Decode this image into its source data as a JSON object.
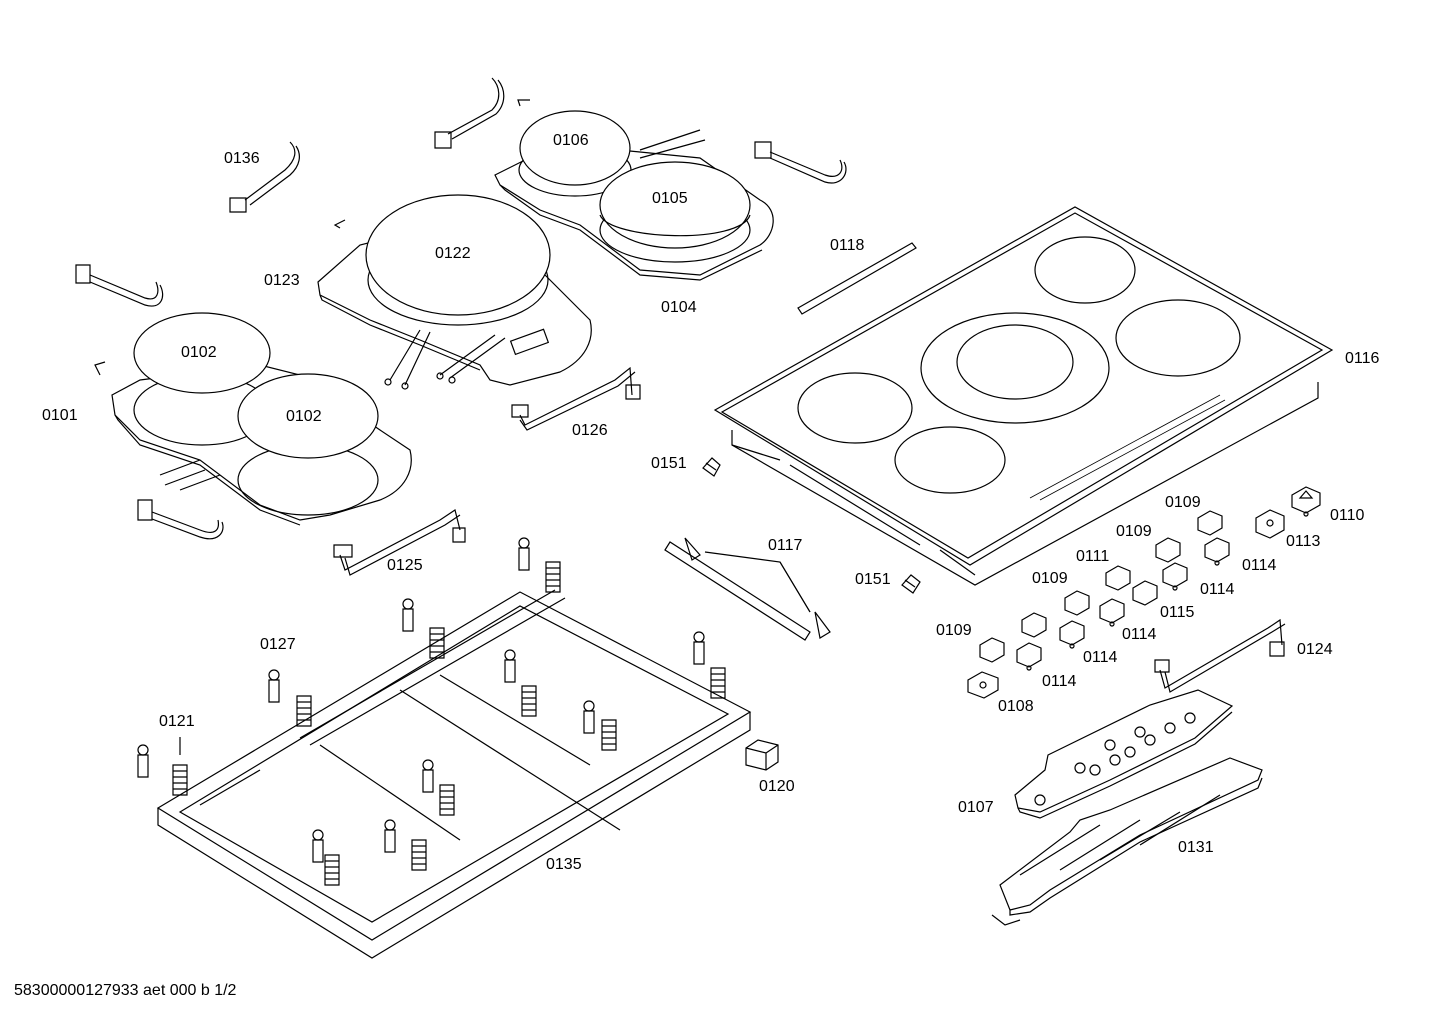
{
  "diagram": {
    "labels": {
      "p0136": "0136",
      "p0106": "0106",
      "p0105": "0105",
      "p0122": "0122",
      "p0123": "0123",
      "p0104": "0104",
      "p0118": "0118",
      "p0116": "0116",
      "p0101": "0101",
      "p0102a": "0102",
      "p0102b": "0102",
      "p0126": "0126",
      "p0151a": "0151",
      "p0151b": "0151",
      "p0117": "0117",
      "p0125": "0125",
      "p0127": "0127",
      "p0121": "0121",
      "p0135": "0135",
      "p0120": "0120",
      "p0109a": "0109",
      "p0109b": "0109",
      "p0109c": "0109",
      "p0109d": "0109",
      "p0110": "0110",
      "p0113": "0113",
      "p0111": "0111",
      "p0114a": "0114",
      "p0114b": "0114",
      "p0114c": "0114",
      "p0114d": "0114",
      "p0114e": "0114",
      "p0115": "0115",
      "p0124": "0124",
      "p0108": "0108",
      "p0107": "0107",
      "p0131": "0131"
    },
    "footer": "58300000127933 aet 000 b 1/2"
  }
}
